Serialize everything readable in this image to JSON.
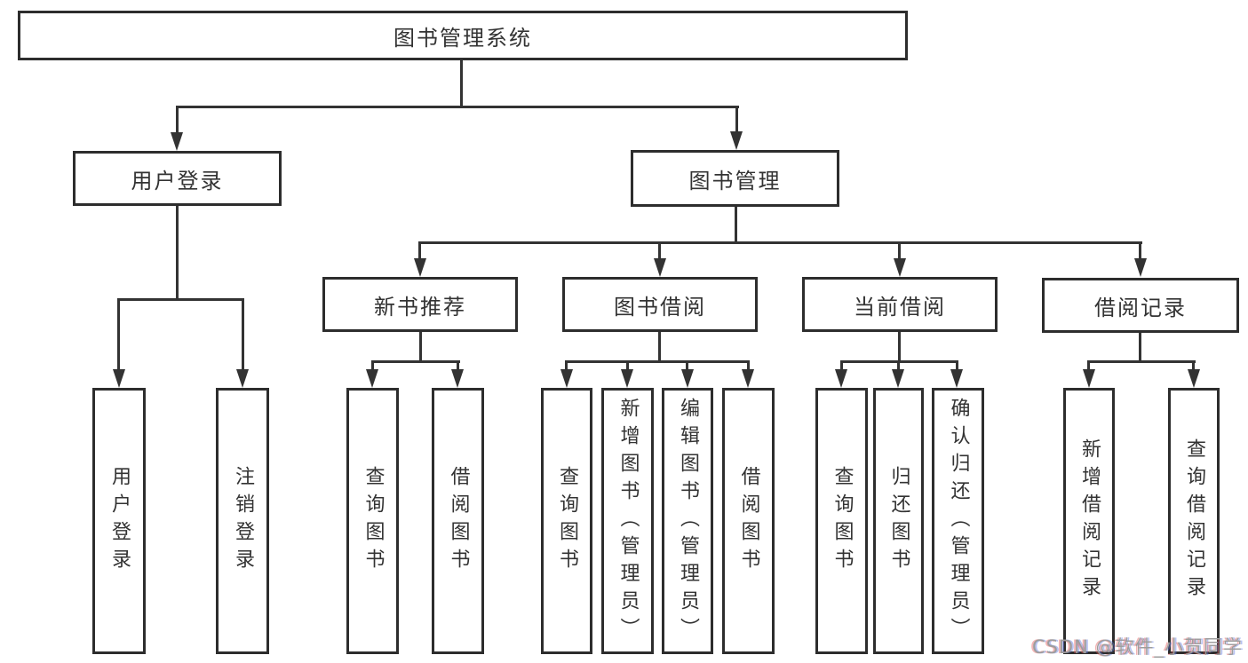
{
  "nodes": {
    "root": "图书管理系统",
    "user_login": "用户登录",
    "book_mgmt": "图书管理",
    "new_book_rec": "新书推荐",
    "book_borrow": "图书借阅",
    "current_borrow": "当前借阅",
    "borrow_record": "借阅记录",
    "ul_user_login": "用户登录",
    "ul_logout": "注销登录",
    "nb_query": "查询图书",
    "nb_borrow": "借阅图书",
    "bb_query": "查询图书",
    "bb_add": "新增图书（管理员）",
    "bb_edit": "编辑图书（管理员）",
    "bb_borrow": "借阅图书",
    "cb_query": "查询图书",
    "cb_return": "归还图书",
    "cb_confirm": "确认归还（管理员）",
    "br_add": "新增借阅记录",
    "br_query": "查询借阅记录"
  },
  "hierarchy": {
    "图书管理系统": {
      "用户登录": [
        "用户登录",
        "注销登录"
      ],
      "图书管理": {
        "新书推荐": [
          "查询图书",
          "借阅图书"
        ],
        "图书借阅": [
          "查询图书",
          "新增图书（管理员）",
          "编辑图书（管理员）",
          "借阅图书"
        ],
        "当前借阅": [
          "查询图书",
          "归还图书",
          "确认归还（管理员）"
        ],
        "借阅记录": [
          "新增借阅记录",
          "查询借阅记录"
        ]
      }
    }
  },
  "watermark": "CSDN @软件_小贺同学",
  "colors": {
    "line": "#333333",
    "border": "#2d2d2d",
    "text": "#333333",
    "box_bg": "#ffffff",
    "watermark": "#9d9d9d"
  }
}
